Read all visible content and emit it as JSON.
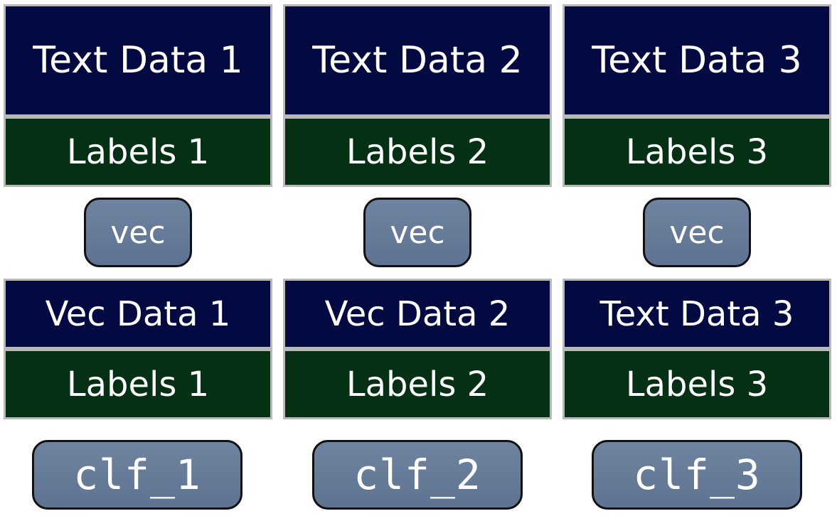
{
  "top_row": [
    {
      "data": "Text Data 1",
      "labels": "Labels 1"
    },
    {
      "data": "Text Data 2",
      "labels": "Labels 2"
    },
    {
      "data": "Text Data 3",
      "labels": "Labels 3"
    }
  ],
  "vectorizers": [
    "vec",
    "vec",
    "vec"
  ],
  "bottom_row": [
    {
      "data": "Vec Data 1",
      "labels": "Labels 1"
    },
    {
      "data": "Vec Data 2",
      "labels": "Labels 2"
    },
    {
      "data": "Text Data 3",
      "labels": "Labels 3"
    }
  ],
  "classifiers": [
    "clf_1",
    "clf_2",
    "clf_3"
  ],
  "colors": {
    "data_block": "#030a42",
    "labels_block": "#043013",
    "pill": "#6a7f9c"
  }
}
